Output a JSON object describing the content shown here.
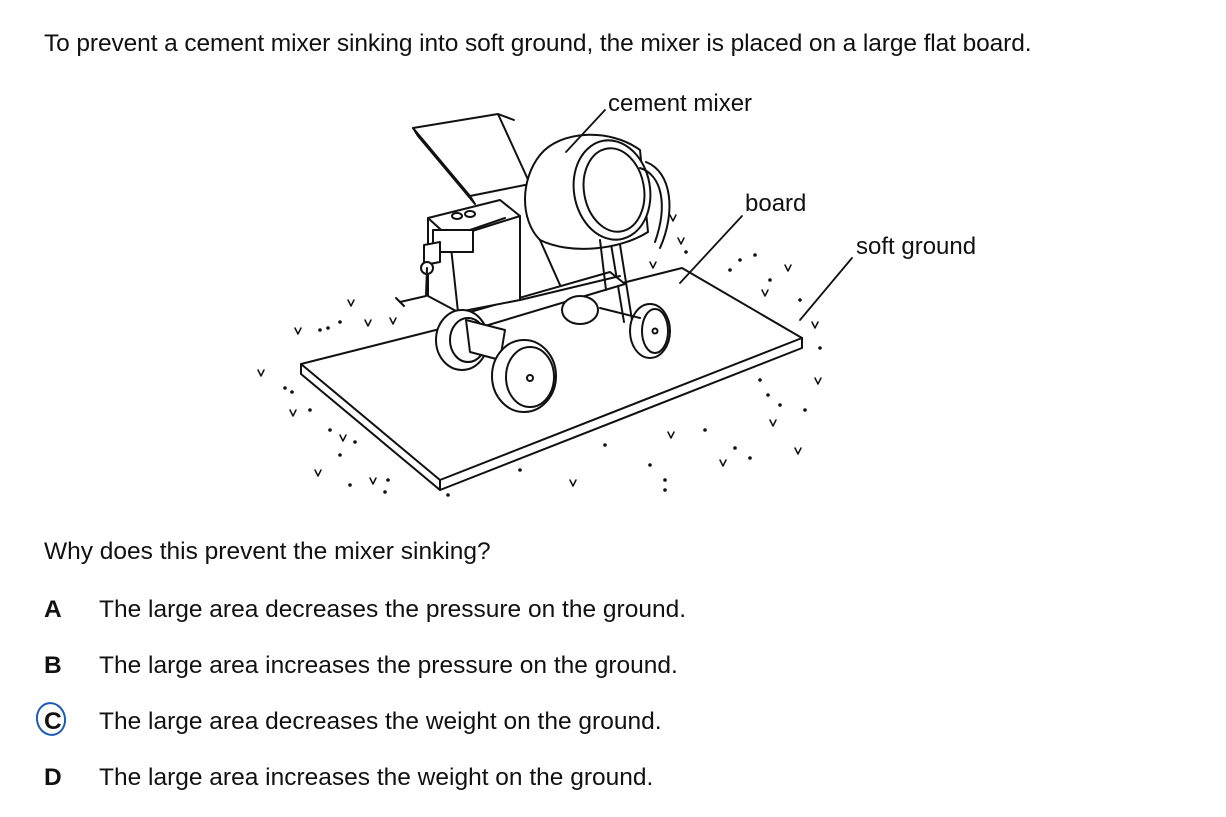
{
  "stem": "To prevent a cement mixer sinking into soft ground, the mixer is placed on a large flat board.",
  "figure": {
    "labels": {
      "mixer": "cement mixer",
      "board": "board",
      "ground": "soft ground"
    }
  },
  "question": "Why does this prevent the mixer sinking?",
  "options": [
    {
      "letter": "A",
      "text": "The large area decreases the pressure on the ground."
    },
    {
      "letter": "B",
      "text": "The large area increases the pressure on the ground."
    },
    {
      "letter": "C",
      "text": "The large area decreases the weight on the ground.",
      "circled": true
    },
    {
      "letter": "D",
      "text": "The large area increases the weight on the ground."
    }
  ],
  "colors": {
    "text": "#111111",
    "pen_mark": "#1c5bb5"
  }
}
